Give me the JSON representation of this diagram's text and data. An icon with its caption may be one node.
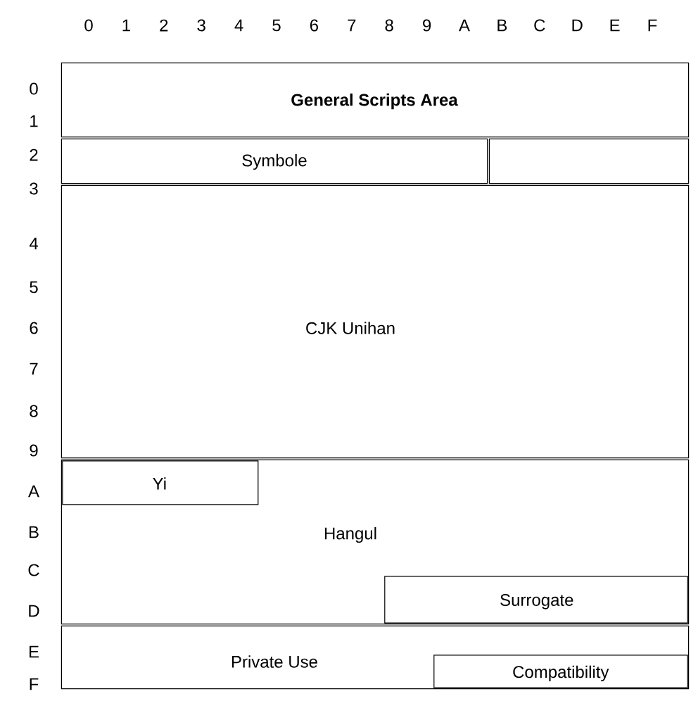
{
  "diagram": {
    "nodes": [
      {
        "text": [
          "General Scripts Area"
        ]
      },
      {
        "text": [
          "Symbole"
        ]
      },
      {
        "text": [],
        "shape": "box"
      },
      {
        "text": [
          "CJK Unihan"
        ]
      },
      {
        "text": [
          "Hangul"
        ]
      },
      {
        "text": [
          "Yi"
        ],
        "in": 4
      },
      {
        "text": [
          "Surrogate"
        ],
        "in": 4
      },
      {
        "text": [
          "Private Use"
        ]
      },
      {
        "text": [
          "Compatibility"
        ],
        "in": 7
      }
    ],
    "labels": [
      "0",
      "1",
      "2",
      "3",
      "4",
      "5",
      "6",
      "7",
      "8",
      "9",
      "A",
      "B",
      "C",
      "D",
      "E",
      "F",
      "0",
      "1",
      "2",
      "3",
      "4",
      "5",
      "6",
      "7",
      "8",
      "9",
      "A",
      "B",
      "C",
      "D",
      "E",
      "F"
    ]
  }
}
